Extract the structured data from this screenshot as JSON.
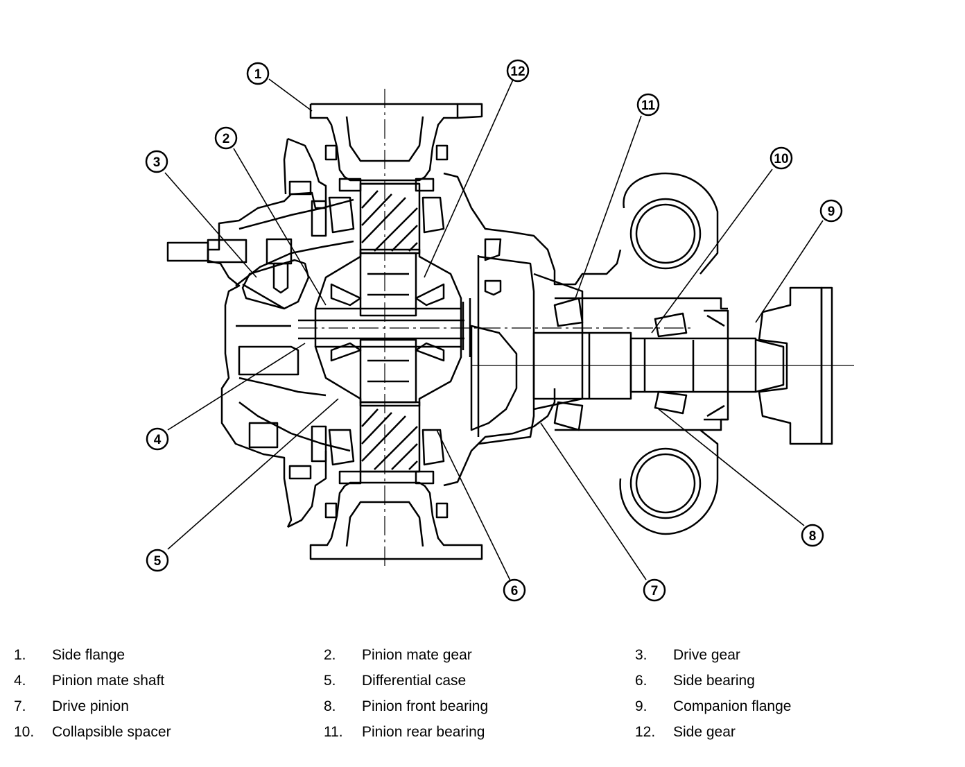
{
  "callouts": [
    "1",
    "2",
    "3",
    "4",
    "5",
    "6",
    "7",
    "8",
    "9",
    "10",
    "11",
    "12"
  ],
  "legend": [
    {
      "num": "1.",
      "text": "Side flange"
    },
    {
      "num": "2.",
      "text": "Pinion mate gear"
    },
    {
      "num": "3.",
      "text": "Drive gear"
    },
    {
      "num": "4.",
      "text": "Pinion mate shaft"
    },
    {
      "num": "5.",
      "text": "Differential case"
    },
    {
      "num": "6.",
      "text": "Side bearing"
    },
    {
      "num": "7.",
      "text": "Drive pinion"
    },
    {
      "num": "8.",
      "text": "Pinion front bearing"
    },
    {
      "num": "9.",
      "text": "Companion flange"
    },
    {
      "num": "10.",
      "text": "Collapsible spacer"
    },
    {
      "num": "11.",
      "text": "Pinion rear bearing"
    },
    {
      "num": "12.",
      "text": "Side gear"
    }
  ]
}
